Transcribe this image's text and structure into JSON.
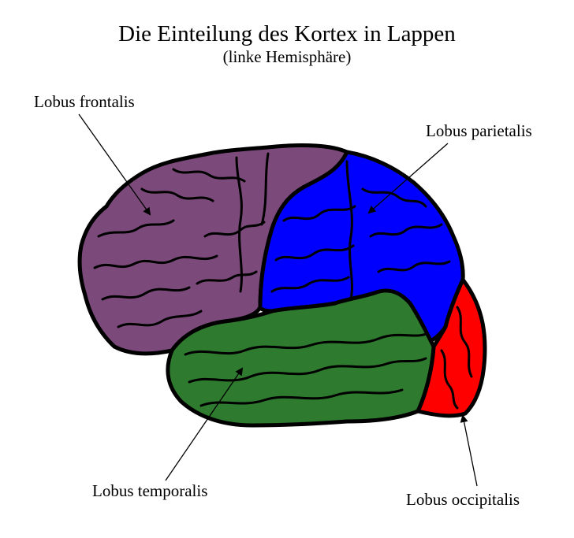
{
  "title": "Die Einteilung des Kortex in Lappen",
  "subtitle": "(linke Hemisphäre)",
  "labels": {
    "frontal": "Lobus frontalis",
    "parietal": "Lobus parietalis",
    "temporal": "Lobus temporalis",
    "occipital": "Lobus occipitalis"
  },
  "colors": {
    "frontal": "#7b4a7b",
    "parietal": "#0000ff",
    "temporal": "#2e7a2e",
    "occipital": "#ff0000",
    "outline": "#000000"
  }
}
